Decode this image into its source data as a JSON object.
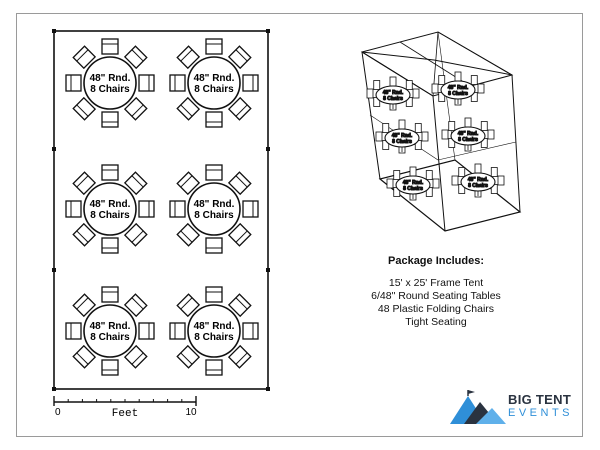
{
  "floor_plan": {
    "table_label_line1": "48\" Rnd.",
    "table_label_line2": "8 Chairs",
    "tables": [
      {
        "label1": "48\" Rnd.",
        "label2": "8 Chairs"
      },
      {
        "label1": "48\" Rnd.",
        "label2": "8 Chairs"
      },
      {
        "label1": "48\" Rnd.",
        "label2": "8 Chairs"
      },
      {
        "label1": "48\" Rnd.",
        "label2": "8 Chairs"
      },
      {
        "label1": "48\" Rnd.",
        "label2": "8 Chairs"
      },
      {
        "label1": "48\" Rnd.",
        "label2": "8 Chairs"
      }
    ],
    "scale": {
      "start": "0",
      "end": "10",
      "unit": "Feet"
    }
  },
  "tent_3d": {
    "tables": [
      {
        "label1": "48\" Rnd.",
        "label2": "8 Chairs"
      },
      {
        "label1": "48\" Rnd.",
        "label2": "8 Chairs"
      },
      {
        "label1": "48\" Rnd.",
        "label2": "8 Chairs"
      },
      {
        "label1": "48\" Rnd.",
        "label2": "8 Chairs"
      },
      {
        "label1": "48\" Rnd.",
        "label2": "8 Chairs"
      },
      {
        "label1": "48\" Rnd.",
        "label2": "8 Chairs"
      }
    ]
  },
  "package": {
    "title": "Package Includes:",
    "items": [
      "15' x 25' Frame Tent",
      "6/48\" Round Seating Tables",
      "48 Plastic Folding Chairs",
      "Tight Seating"
    ]
  },
  "logo": {
    "line1": "BIG TENT",
    "line2": "EVENTS",
    "colors": {
      "dark": "#2a3340",
      "blue": "#2f8fd8"
    }
  }
}
